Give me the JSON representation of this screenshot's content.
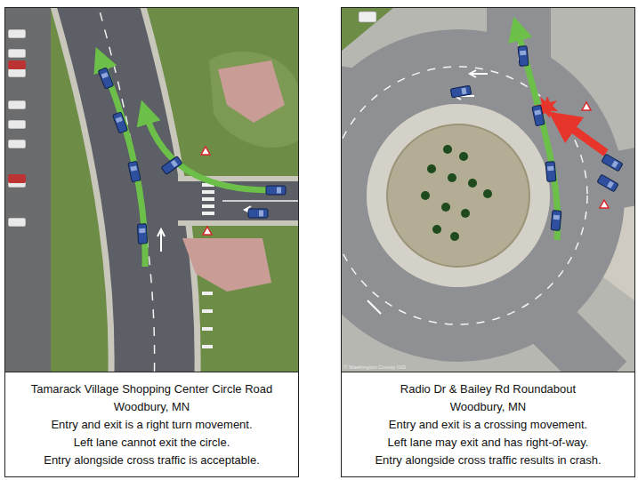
{
  "diagram": {
    "nodes": [
      {
        "text": [
          "Tamarack Village Shopping Center Circle Road",
          "Woodbury, MN",
          "Entry and exit is a right turn movement.",
          "Left lane cannot exit the circle.",
          "Entry alongside cross traffic is acceptable."
        ]
      },
      {
        "text": [
          "Radio Dr & Bailey Rd Roundabout",
          "Woodbury, MN",
          "Entry and exit is a crossing movement.",
          "Left lane may exit and has right-of-way.",
          "Entry alongside cross traffic results in crash."
        ]
      }
    ],
    "labels": [
      "© Washington County GIS"
    ]
  }
}
